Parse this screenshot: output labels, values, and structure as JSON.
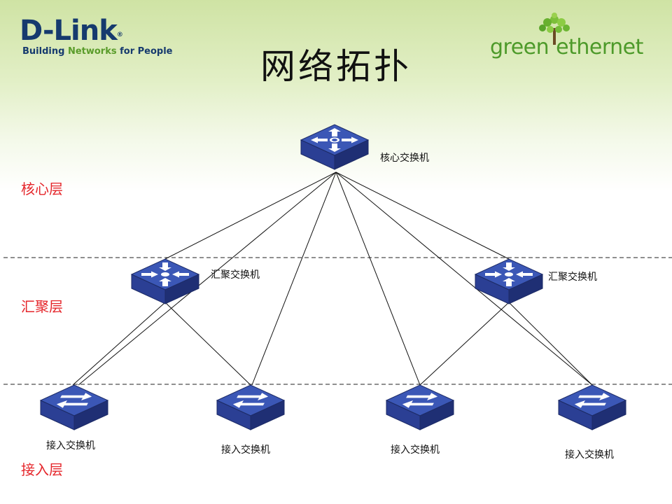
{
  "title": "网络拓扑",
  "logos": {
    "dlink": {
      "word": "D-Link",
      "reg": "®",
      "tag_pre": "Building ",
      "tag_green": "Networks",
      "tag_post": " for People"
    },
    "green": {
      "word_left": "green",
      "word_right": "ethernet"
    }
  },
  "layers": {
    "core": "核心层",
    "aggregation": "汇聚层",
    "access": "接入层"
  },
  "devices": {
    "core_switch": "核心交换机",
    "agg_left": "汇聚交换机",
    "agg_right": "汇聚交换机",
    "access_1": "接入交换机",
    "access_2": "接入交换机",
    "access_3": "接入交换机",
    "access_4": "接入交换机"
  },
  "colors": {
    "device_top": "#3b57b6",
    "device_side": "#24357f",
    "layer_label": "#e5262b",
    "brand_blue": "#163a6e",
    "brand_green": "#4d9a2a"
  }
}
